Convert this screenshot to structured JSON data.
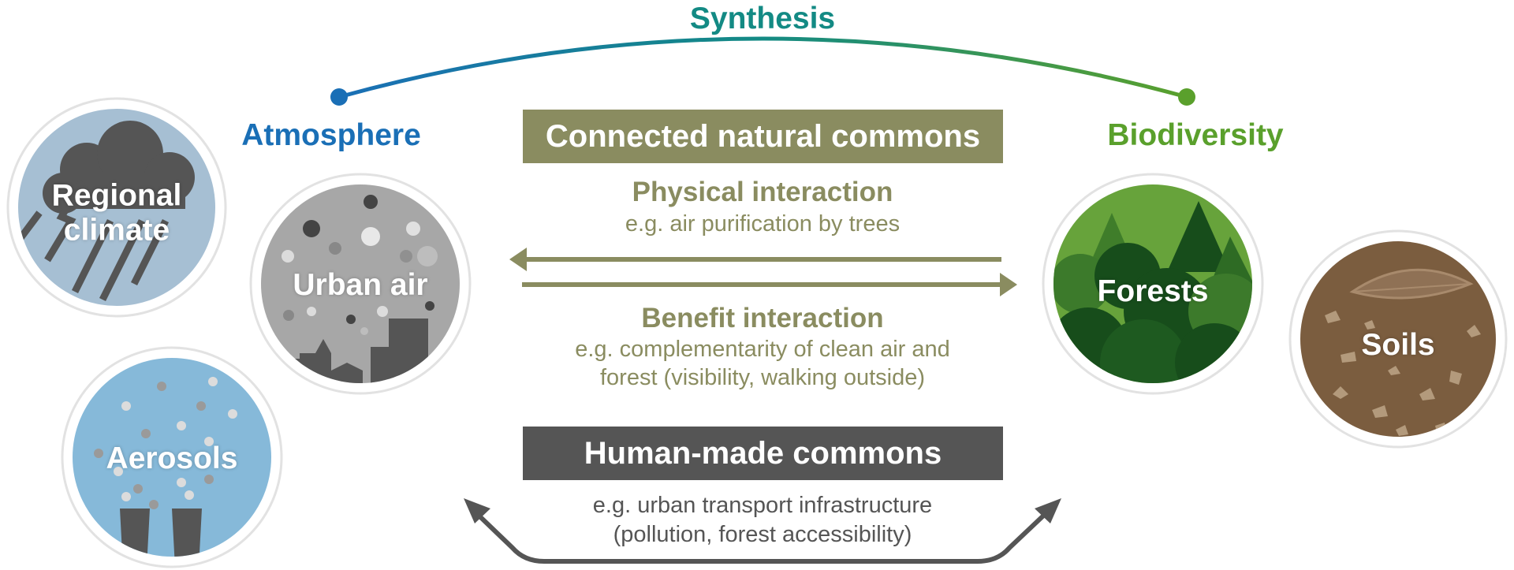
{
  "header": {
    "synthesis": "Synthesis",
    "atmosphere": "Atmosphere",
    "biodiversity": "Biodiversity"
  },
  "colors": {
    "atmosphere_blue": "#1a6fb6",
    "biodiversity_green": "#5aa02c",
    "synthesis_teal": "#138a84",
    "natural_olive": "#8a8c60",
    "human_dark": "#555555"
  },
  "circles": {
    "regional_climate": {
      "label_line1": "Regional",
      "label_line2": "climate",
      "icon": "storm-cloud-icon"
    },
    "urban_air": {
      "label": "Urban air",
      "icon": "city-smog-icon"
    },
    "aerosols": {
      "label": "Aerosols",
      "icon": "smokestack-icon"
    },
    "forests": {
      "label": "Forests",
      "icon": "trees-icon"
    },
    "soils": {
      "label": "Soils",
      "icon": "soil-leaf-icon"
    }
  },
  "natural": {
    "title": "Connected natural commons",
    "physical_title": "Physical interaction",
    "physical_text": "e.g. air purification by trees",
    "benefit_title": "Benefit interaction",
    "benefit_line1": "e.g. complementarity of clean air and",
    "benefit_line2": "forest (visibility, walking outside)"
  },
  "human": {
    "title": "Human-made commons",
    "line1": "e.g. urban transport infrastructure",
    "line2": "(pollution, forest accessibility)"
  }
}
